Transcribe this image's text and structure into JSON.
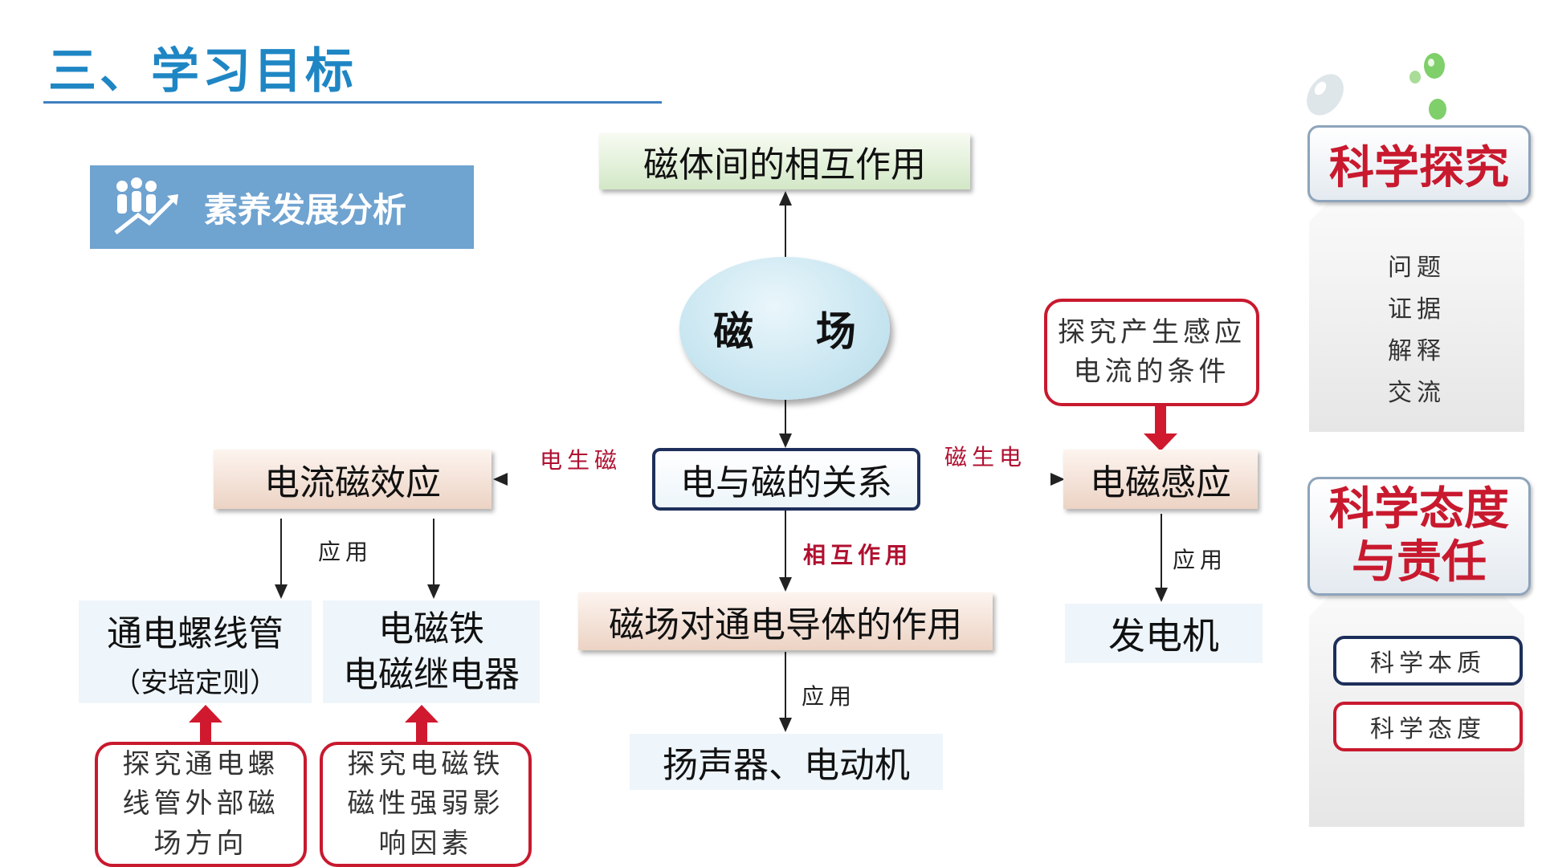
{
  "header": {
    "title": "三、学习目标"
  },
  "badge": {
    "label": "素养发展分析",
    "icon": "people-growth-icon"
  },
  "diagram": {
    "top": "磁体间的相互作用",
    "center_ellipse": "磁 场",
    "center_box": "电与磁的关系",
    "left_link": "电生磁",
    "right_link": "磁生电",
    "down_link": "相互作用",
    "left_node": "电流磁效应",
    "right_node": "电磁感应",
    "mid_node": "磁场对通电导体的作用",
    "apply_label": "应用",
    "left_app1_line1": "通电螺线管",
    "left_app1_line2": "（安培定则）",
    "left_app2_line1": "电磁铁",
    "left_app2_line2": "电磁继电器",
    "mid_app": "扬声器、电动机",
    "right_app": "发电机",
    "inquiry_right_line1": "探究产生感应",
    "inquiry_right_line2": "电流的条件",
    "inquiry_left1_line1": "探究通电螺",
    "inquiry_left1_line2": "线管外部磁",
    "inquiry_left1_line3": "场方向",
    "inquiry_left2_line1": "探究电磁铁",
    "inquiry_left2_line2": "磁性强弱影",
    "inquiry_left2_line3": "响因素"
  },
  "sidebar": {
    "panel1": {
      "title": "科学探究",
      "items": [
        "问题",
        "证据",
        "解释",
        "交流"
      ]
    },
    "panel2": {
      "title_line1": "科学态度",
      "title_line2": "与责任",
      "items": [
        "科学本质",
        "科学态度"
      ]
    }
  },
  "colors": {
    "title_blue": "#1f86c4",
    "badge_blue": "#6fa3d0",
    "accent_red": "#c8192e",
    "navy": "#1d2f5a"
  }
}
